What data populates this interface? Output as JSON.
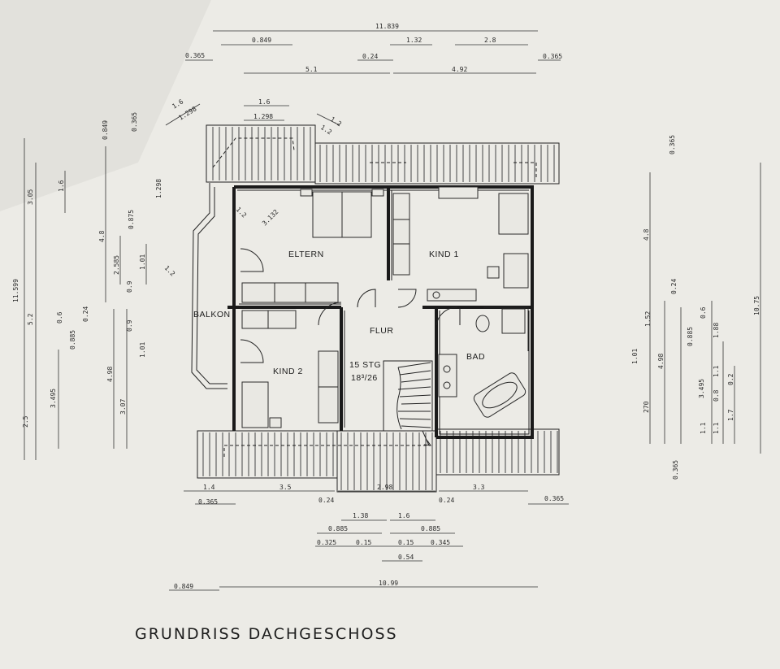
{
  "title": "GRUNDRISS DACHGESCHOSS",
  "rooms": {
    "eltern": "ELTERN",
    "kind1": "KIND 1",
    "kind2": "KIND 2",
    "flur": "FLUR",
    "bad": "BAD",
    "balkon": "BALKON"
  },
  "stairs": {
    "count": "15 STG",
    "ratio": "18³/26"
  },
  "dimensions": {
    "top": [
      "11.839",
      "0.849",
      "1.32",
      "2.8",
      "0.365",
      "0.24",
      "0.365",
      "5.1",
      "4.92",
      "1.6",
      "1.298",
      "1.6",
      "1.298",
      "1.2",
      "1.2"
    ],
    "left": [
      "0.849",
      "0.365",
      "3.05",
      "1.6",
      "1.298",
      "4.8",
      "0.875",
      "2.585",
      "1.01",
      "0.9",
      "0.9",
      "1.01",
      "11.599",
      "5.2",
      "0.6",
      "0.885",
      "0.24",
      "3.495",
      "4.98",
      "3.07",
      "2.5",
      "1.2",
      "3.132",
      "1.2"
    ],
    "right": [
      "0.365",
      "4.8",
      "10.75",
      "0.24",
      "1.52",
      "0.6",
      "0.885",
      "1.88",
      "1.01",
      "4.98",
      "3.495",
      "1.1",
      "0.8",
      "1.1",
      "0.2",
      "270",
      "1.1",
      "1.7",
      "0.365"
    ],
    "bottom": [
      "1.4",
      "3.5",
      "2.98",
      "3.3",
      "0.365",
      "0.24",
      "0.24",
      "0.365",
      "1.38",
      "1.6",
      "0.885",
      "0.885",
      "0.325",
      "0.15",
      "0.15",
      "0.345",
      "0.54",
      "0.849",
      "10.99"
    ]
  }
}
